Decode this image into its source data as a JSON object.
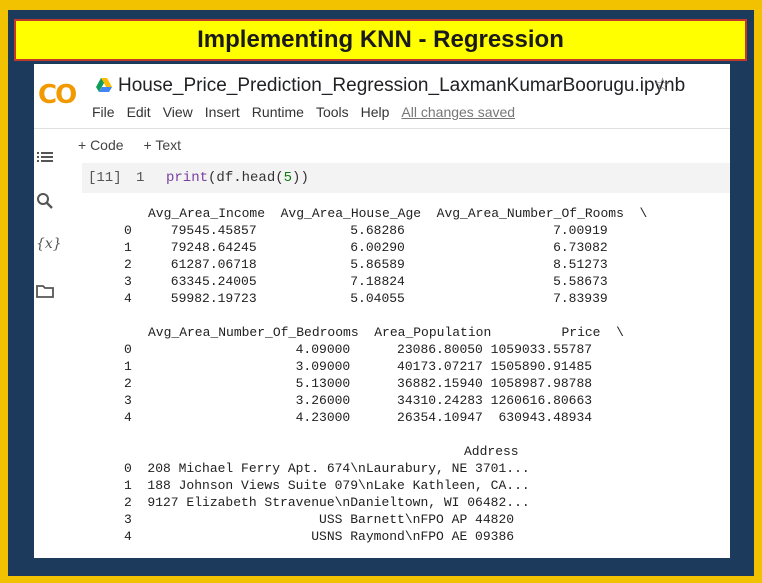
{
  "banner": {
    "title": "Implementing KNN - Regression"
  },
  "colors": {
    "frame": "#f2c200",
    "border": "#1b3a5c",
    "banner_bg": "#ffff00",
    "logo": "#f29900"
  },
  "app": {
    "logo_text": "CO",
    "notebook_title": "House_Price_Prediction_Regression_LaxmanKumarBoorugu.ipynb",
    "menu": [
      "File",
      "Edit",
      "View",
      "Insert",
      "Runtime",
      "Tools",
      "Help"
    ],
    "save_status": "All changes saved",
    "toolbar": {
      "code": "+ Code",
      "text": "+ Text"
    },
    "sidebar_icons": [
      "table-of-contents-icon",
      "search-icon",
      "variables-icon",
      "files-icon"
    ]
  },
  "cell": {
    "exec_count": "[11]",
    "line_no": "1",
    "code_fn": "print",
    "code_open": "(",
    "code_body": "df.head(",
    "code_num": "5",
    "code_close": "))"
  },
  "output": {
    "block1_header": "Avg_Area_Income  Avg_Area_House_Age  Avg_Area_Number_Of_Rooms  \\",
    "block1_rows": [
      "0     79545.45857            5.68286                   7.00919",
      "1     79248.64245            6.00290                   6.73082",
      "2     61287.06718            5.86589                   8.51273",
      "3     63345.24005            7.18824                   5.58673",
      "4     59982.19723            5.04055                   7.83939"
    ],
    "block2_header": "Avg_Area_Number_Of_Bedrooms  Area_Population         Price  \\",
    "block2_rows": [
      "0                     4.09000      23086.80050 1059033.55787",
      "1                     3.09000      40173.07217 1505890.91485",
      "2                     5.13000      36882.15940 1058987.98788",
      "3                     3.26000      34310.24283 1260616.80663",
      "4                     4.23000      26354.10947  630943.48934"
    ],
    "block3_header": "Address",
    "block3_rows": [
      "0  208 Michael Ferry Apt. 674\\nLaurabury, NE 3701...",
      "1  188 Johnson Views Suite 079\\nLake Kathleen, CA...",
      "2  9127 Elizabeth Stravenue\\nDanieltown, WI 06482...",
      "3                        USS Barnett\\nFPO AP 44820",
      "4                       USNS Raymond\\nFPO AE 09386"
    ]
  }
}
